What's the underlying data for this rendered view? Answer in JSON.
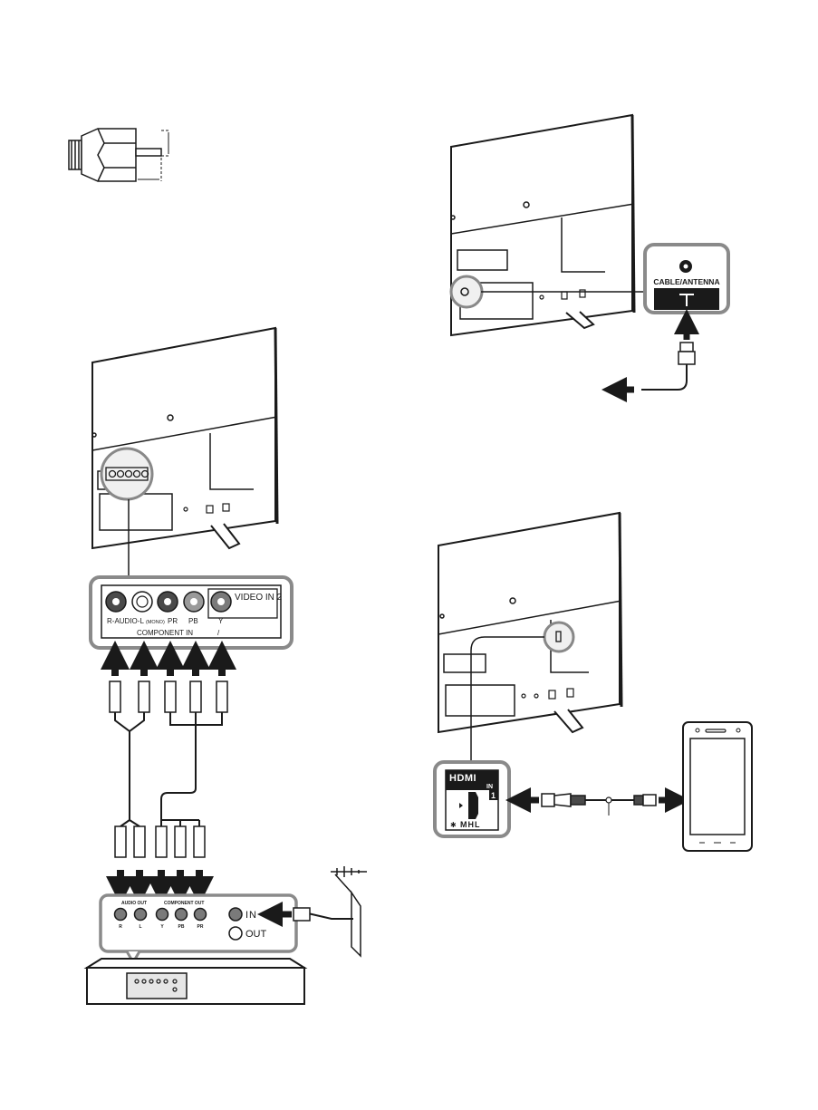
{
  "coax_connector": {
    "icon": "f-type-connector-icon"
  },
  "cable_antenna_panel": {
    "label": "CABLE/ANTENNA",
    "icon": "coax-jack-icon"
  },
  "component_panel": {
    "video_in_label": "VIDEO IN 2",
    "audio_label": "R-AUDIO-L",
    "mono_label": "(MONO)",
    "pr_label": "PR",
    "pb_label": "PB",
    "y_label": "Y",
    "component_in_label": "COMPONENT IN",
    "component_suffix": "/"
  },
  "source_box": {
    "audio_out_label": "AUDIO OUT",
    "component_out_label": "COMPONENT OUT",
    "jack_labels": [
      "R",
      "L",
      "Y",
      "PB",
      "PR"
    ],
    "in_label": "IN",
    "out_label": "OUT"
  },
  "hdmi_panel": {
    "hdmi_label": "HDMI",
    "in_label": "IN",
    "port_number": "1",
    "mhl_label": "MHL"
  },
  "colors": {
    "line": "#1a1a1a",
    "panel_fill": "#ffffff",
    "panel_border": "#8a8a8a",
    "jack_dark": "#4a4a4a",
    "hdmi_bg": "#1a1a1a"
  }
}
